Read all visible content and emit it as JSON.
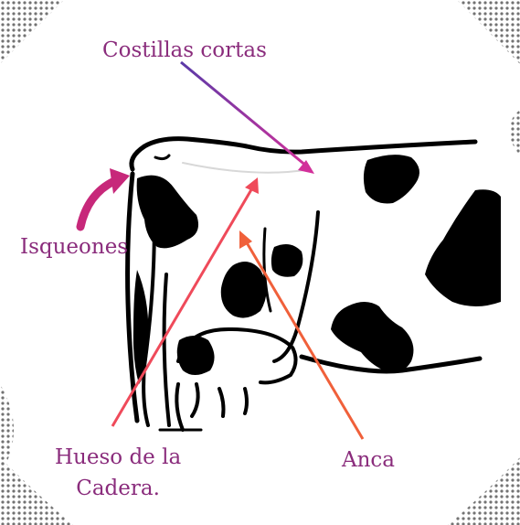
{
  "labels": {
    "costillas": "Costillas cortas",
    "isqueones": "Isqueones",
    "hueso_line1": "Hueso de la",
    "hueso_line2": "Cadera.",
    "anca": "Anca"
  },
  "colors": {
    "label_text": "#8a2c7c",
    "arrow_costillas": "#c0309a",
    "arrow_costillas_tail": "#5a3aa8",
    "arrow_isqueones": "#c7287a",
    "arrow_hueso": "#ef4a5a",
    "arrow_anca": "#f0603a",
    "outline": "#000000"
  },
  "icons": [
    "cow-hindquarter-illustration",
    "halftone-corner-decoration"
  ]
}
